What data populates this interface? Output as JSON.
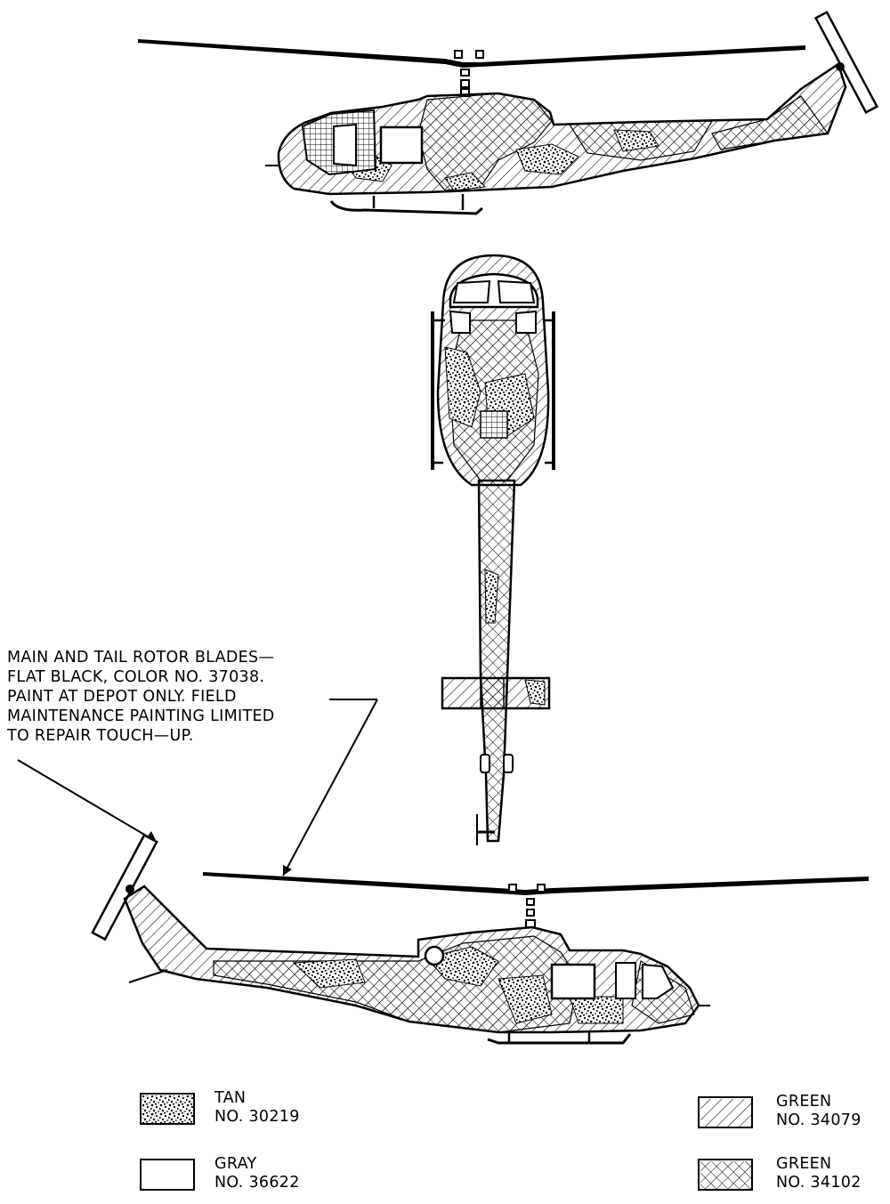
{
  "note": {
    "lines": [
      "MAIN AND TAIL ROTOR BLADES—",
      "FLAT BLACK, COLOR NO. 37038.",
      "PAINT AT DEPOT ONLY.  FIELD",
      "MAINTENANCE PAINTING LIMITED",
      "TO REPAIR TOUCH—UP."
    ]
  },
  "legend": [
    {
      "id": "tan",
      "color_name": "TAN",
      "number": "NO. 30219",
      "pattern": "speckle"
    },
    {
      "id": "gray",
      "color_name": "GRAY",
      "number": "NO. 36622",
      "pattern": "blank"
    },
    {
      "id": "green1",
      "color_name": "GREEN",
      "number": "NO. 34079",
      "pattern": "diagonal-hatch"
    },
    {
      "id": "green2",
      "color_name": "GREEN",
      "number": "NO. 34102",
      "pattern": "cross-hatch"
    }
  ],
  "colors": {
    "ink": "#000000",
    "paper": "#ffffff"
  }
}
